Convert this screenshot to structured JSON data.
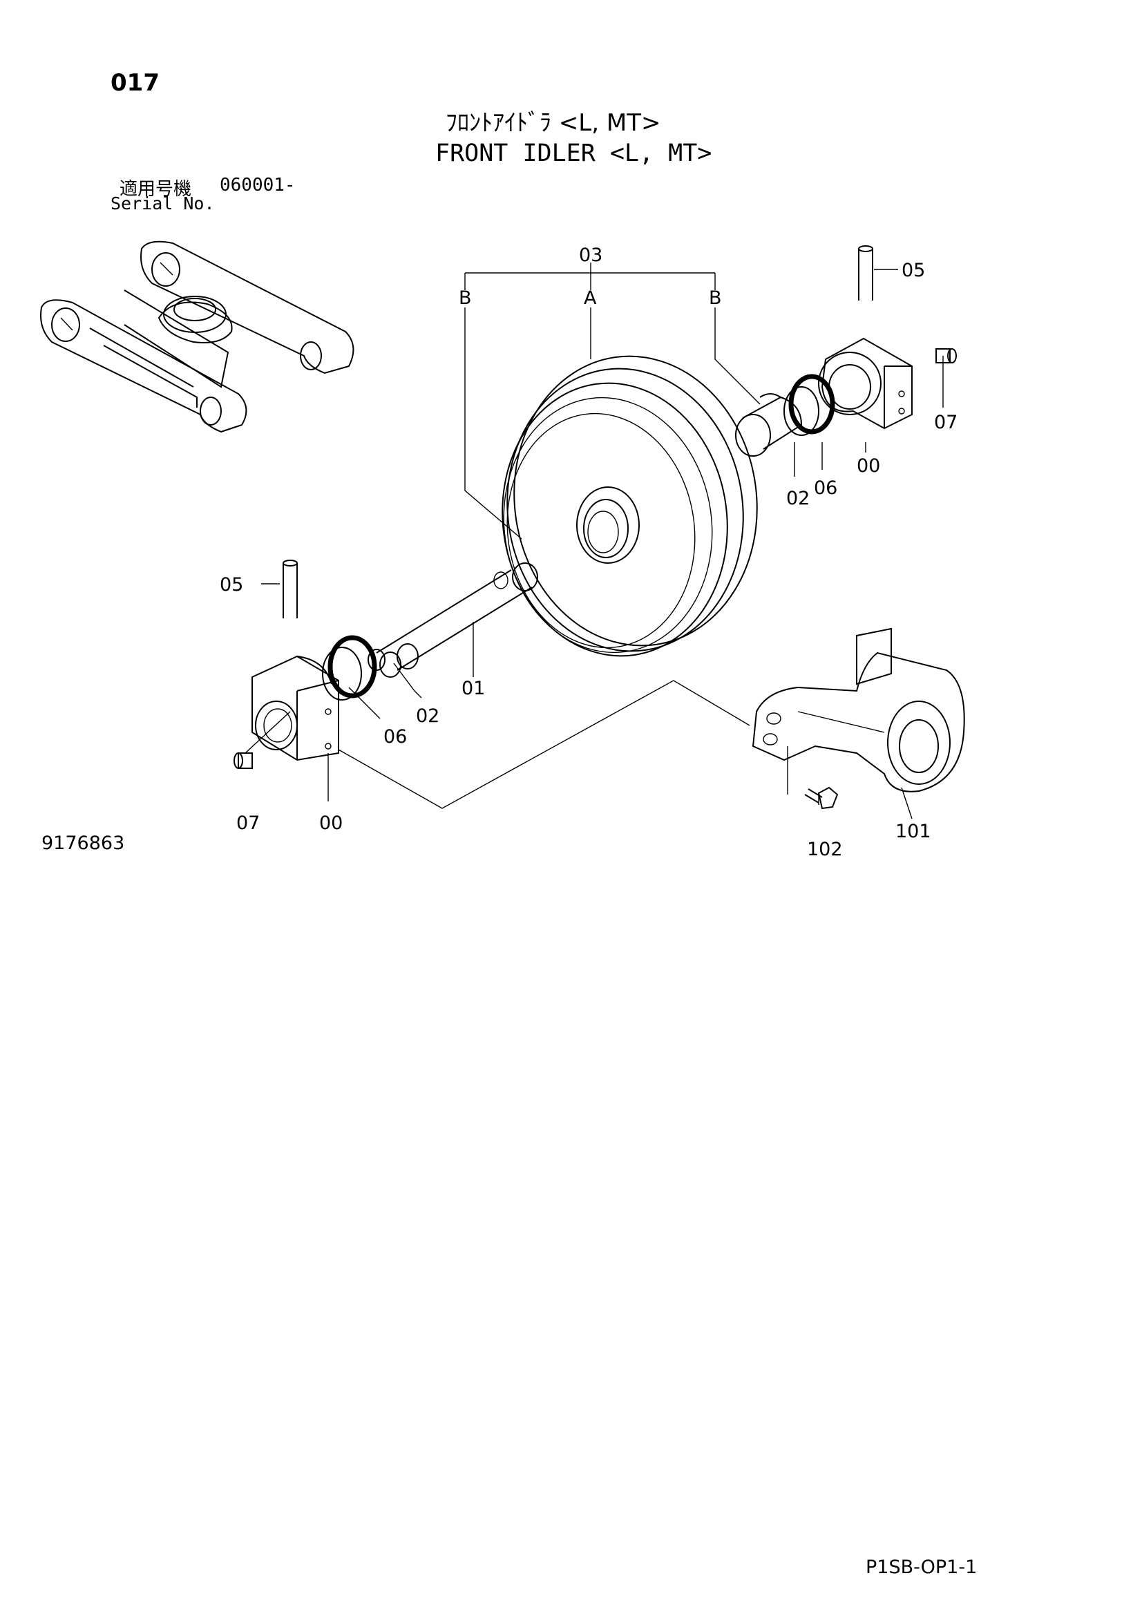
{
  "header": {
    "page_number": "017",
    "title_jp": "ﾌﾛﾝﾄｱｲﾄﾞﾗ <L, MT>",
    "title_en": "FRONT IDLER <L, MT>",
    "serial_label_jp": "適用号機",
    "serial_value": "060001-",
    "serial_label_en": "Serial No."
  },
  "diagram": {
    "callouts": {
      "assembly_03": "03",
      "ref_b_left": "B",
      "ref_a": "A",
      "ref_b_right": "B",
      "pin_05_right": "05",
      "plug_07_right": "07",
      "bracket_00_right": "00",
      "collar_02_right": "02",
      "seal_06_right": "06",
      "pin_05_left": "05",
      "shaft_01": "01",
      "collar_02_left": "02",
      "seal_06_left": "06",
      "plug_07_left": "07",
      "bracket_00_left": "00",
      "bolt_102": "102",
      "support_101": "101"
    }
  },
  "footer": {
    "drawing_number": "9176863",
    "doc_code": "P1SB-OP1-1"
  }
}
